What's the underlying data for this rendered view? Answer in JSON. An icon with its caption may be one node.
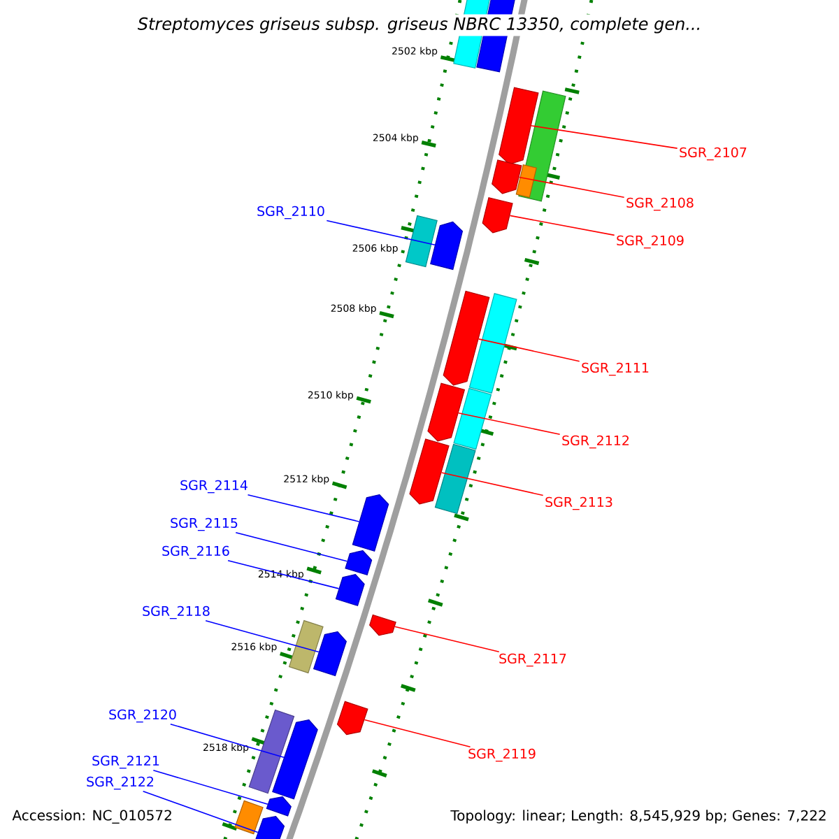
{
  "diagram": {
    "title": "Streptomyces griseus subsp. griseus NBRC 13350, complete gen...",
    "nodes": [
      {
        "text": [
          "SGR_2107"
        ]
      },
      {
        "text": [
          "SGR_2108"
        ]
      },
      {
        "text": [
          "SGR_2109"
        ]
      },
      {
        "text": [
          "SGR_2110"
        ]
      },
      {
        "text": [
          "SGR_2111"
        ]
      },
      {
        "text": [
          "SGR_2112"
        ]
      },
      {
        "text": [
          "SGR_2113"
        ]
      },
      {
        "text": [
          "SGR_2114"
        ]
      },
      {
        "text": [
          "SGR_2115"
        ]
      },
      {
        "text": [
          "SGR_2116"
        ]
      },
      {
        "text": [
          "SGR_2117"
        ]
      },
      {
        "text": [
          "SGR_2118"
        ]
      },
      {
        "text": [
          "SGR_2119"
        ]
      },
      {
        "text": [
          "SGR_2120"
        ]
      },
      {
        "text": [
          "SGR_2121"
        ]
      },
      {
        "text": [
          "SGR_2122"
        ]
      },
      {
        "text": [],
        "shape": "box"
      },
      {
        "text": [],
        "shape": "arrow"
      },
      {
        "text": [],
        "shape": "arrow"
      },
      {
        "text": [],
        "shape": "box"
      },
      {
        "text": [],
        "shape": "arrow"
      },
      {
        "text": [],
        "shape": "box"
      },
      {
        "text": [],
        "shape": "arrow"
      },
      {
        "text": [],
        "shape": "box"
      },
      {
        "text": [],
        "shape": "arrow"
      },
      {
        "text": [],
        "shape": "arrow"
      },
      {
        "text": [],
        "shape": "box"
      },
      {
        "text": [],
        "shape": "arrow"
      },
      {
        "text": [],
        "shape": "box"
      },
      {
        "text": [],
        "shape": "arrow"
      },
      {
        "text": [],
        "shape": "box"
      },
      {
        "text": [],
        "shape": "arrow"
      },
      {
        "text": [],
        "shape": "arrow"
      },
      {
        "text": [],
        "shape": "arrow"
      },
      {
        "text": [],
        "shape": "arrow"
      },
      {
        "text": [],
        "shape": "box"
      },
      {
        "text": [],
        "shape": "arrow"
      },
      {
        "text": [],
        "shape": "arrow"
      },
      {
        "text": [],
        "shape": "box"
      },
      {
        "text": [],
        "shape": "arrow"
      },
      {
        "text": [],
        "shape": "arrow"
      },
      {
        "text": [],
        "shape": "box"
      },
      {
        "text": [],
        "shape": "arrow"
      }
    ],
    "edges": [
      {
        "from": 0,
        "to": 18,
        "arrow": "none",
        "color": "#ff0000"
      },
      {
        "from": 1,
        "to": 20,
        "arrow": "none",
        "color": "#ff0000"
      },
      {
        "from": 2,
        "to": 22,
        "arrow": "none",
        "color": "#ff0000"
      },
      {
        "from": 3,
        "to": 24,
        "arrow": "none",
        "color": "#0000ff"
      },
      {
        "from": 4,
        "to": 25,
        "arrow": "none",
        "color": "#ff0000"
      },
      {
        "from": 5,
        "to": 27,
        "arrow": "none",
        "color": "#ff0000"
      },
      {
        "from": 6,
        "to": 29,
        "arrow": "none",
        "color": "#ff0000"
      },
      {
        "from": 7,
        "to": 31,
        "arrow": "none",
        "color": "#0000ff"
      },
      {
        "from": 8,
        "to": 32,
        "arrow": "none",
        "color": "#0000ff"
      },
      {
        "from": 9,
        "to": 33,
        "arrow": "none",
        "color": "#0000ff"
      },
      {
        "from": 10,
        "to": 34,
        "arrow": "none",
        "color": "#ff0000"
      },
      {
        "from": 11,
        "to": 36,
        "arrow": "none",
        "color": "#0000ff"
      },
      {
        "from": 12,
        "to": 37,
        "arrow": "none",
        "color": "#ff0000"
      },
      {
        "from": 13,
        "to": 39,
        "arrow": "none",
        "color": "#0000ff"
      },
      {
        "from": 14,
        "to": 40,
        "arrow": "none",
        "color": "#0000ff"
      },
      {
        "from": 15,
        "to": 42,
        "arrow": "none",
        "color": "#0000ff"
      }
    ],
    "labels": [
      "2502 kbp",
      "2504 kbp",
      "2506 kbp",
      "2508 kbp",
      "2510 kbp",
      "2512 kbp",
      "2514 kbp",
      "2516 kbp",
      "2518 kbp",
      "Accession: NC_010572",
      "Topology: linear; Length: 8,545,929 bp; Genes: 7,222"
    ]
  }
}
